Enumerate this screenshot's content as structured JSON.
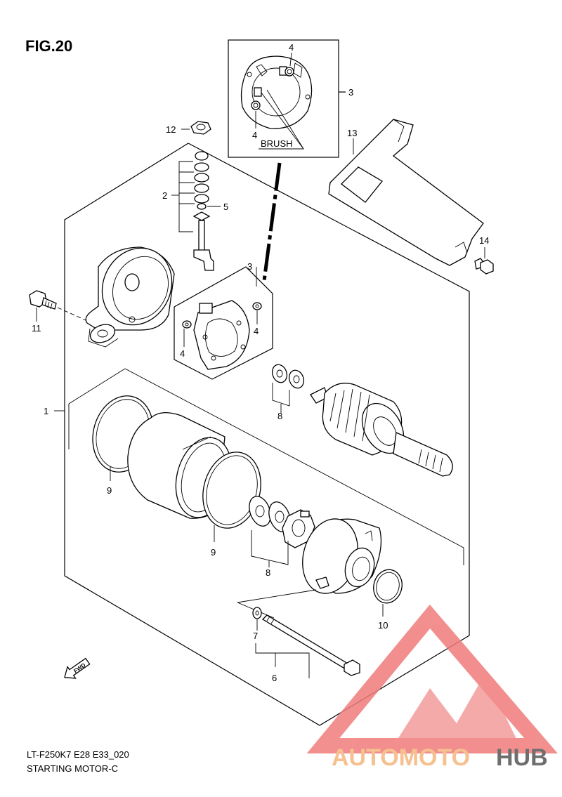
{
  "figure": {
    "title": "FIG.20"
  },
  "callouts": {
    "brush_label": "BRUSH",
    "c1": "1",
    "c2": "2",
    "c3a": "3",
    "c3b": "3",
    "c4a": "4",
    "c4b": "4",
    "c4c": "4",
    "c4d": "4",
    "c5": "5",
    "c6": "6",
    "c7": "7",
    "c8a": "8",
    "c8b": "8",
    "c9a": "9",
    "c9b": "9",
    "c10": "10",
    "c11": "11",
    "c12": "12",
    "c13": "13",
    "c14": "14"
  },
  "fwd_arrow": {
    "text": "FWD"
  },
  "footer": {
    "model_code": "LT-F250K7 E28 E33_020",
    "section_name": "STARTING MOTOR-C"
  },
  "watermark": {
    "text_part1": "AUTOMOTO",
    "text_part2": "HUB",
    "color_part1": "#f6c090",
    "color_part2": "#6e6e6e",
    "logo_color": "#f07b7b",
    "logo_icon": "mountain-triangle-logo"
  }
}
